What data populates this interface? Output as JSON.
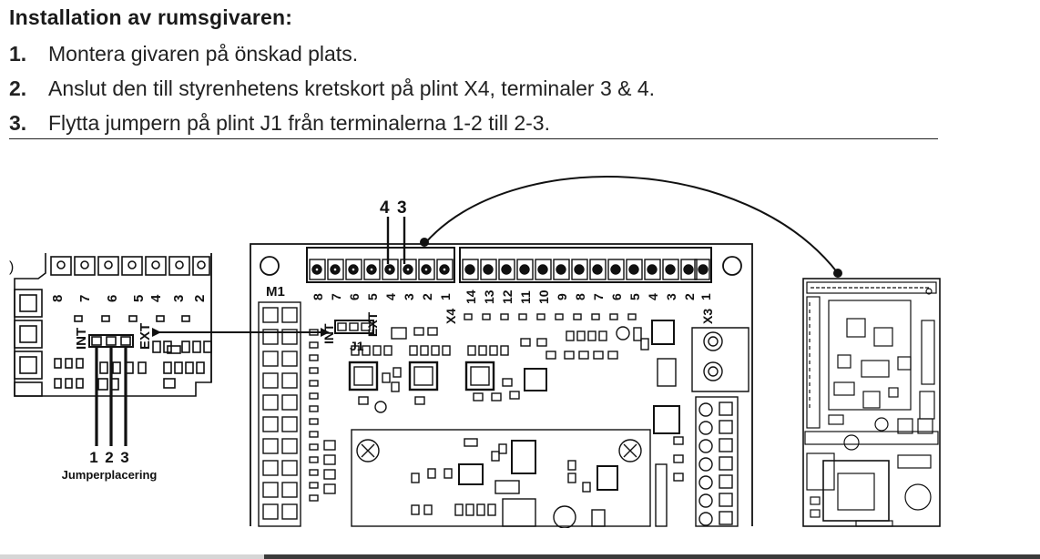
{
  "heading": "Installation av rumsgivaren:",
  "steps": [
    {
      "num": "1.",
      "text": "Montera givaren på önskad plats."
    },
    {
      "num": "2.",
      "text": "Anslut den till styrenhetens kretskort på plint X4, terminaler 3 & 4."
    },
    {
      "num": "3.",
      "text": "Flytta jumpern på plint J1 från terminalerna 1-2 till 2-3."
    }
  ],
  "diagram": {
    "top_callout": [
      "4",
      "3"
    ],
    "left_panel": {
      "terminal_numbers": [
        "8",
        "7",
        "6",
        "5",
        "4",
        "3",
        "2"
      ],
      "label_int": "INT",
      "label_ext": "EXT",
      "jumper_numbers": [
        "1",
        "2",
        "3"
      ],
      "caption": "Jumperplacering"
    },
    "board": {
      "label_m1": "M1",
      "label_j1": "J1",
      "label_int": "INT",
      "label_ext": "EXT",
      "x4_label": "X4",
      "x3_label": "X3",
      "x4_numbers": [
        "8",
        "7",
        "6",
        "5",
        "4",
        "3",
        "2",
        "1"
      ],
      "x3_numbers": [
        "14",
        "13",
        "12",
        "11",
        "10",
        "9",
        "8",
        "7",
        "6",
        "5",
        "4",
        "3",
        "2",
        "1"
      ]
    }
  }
}
